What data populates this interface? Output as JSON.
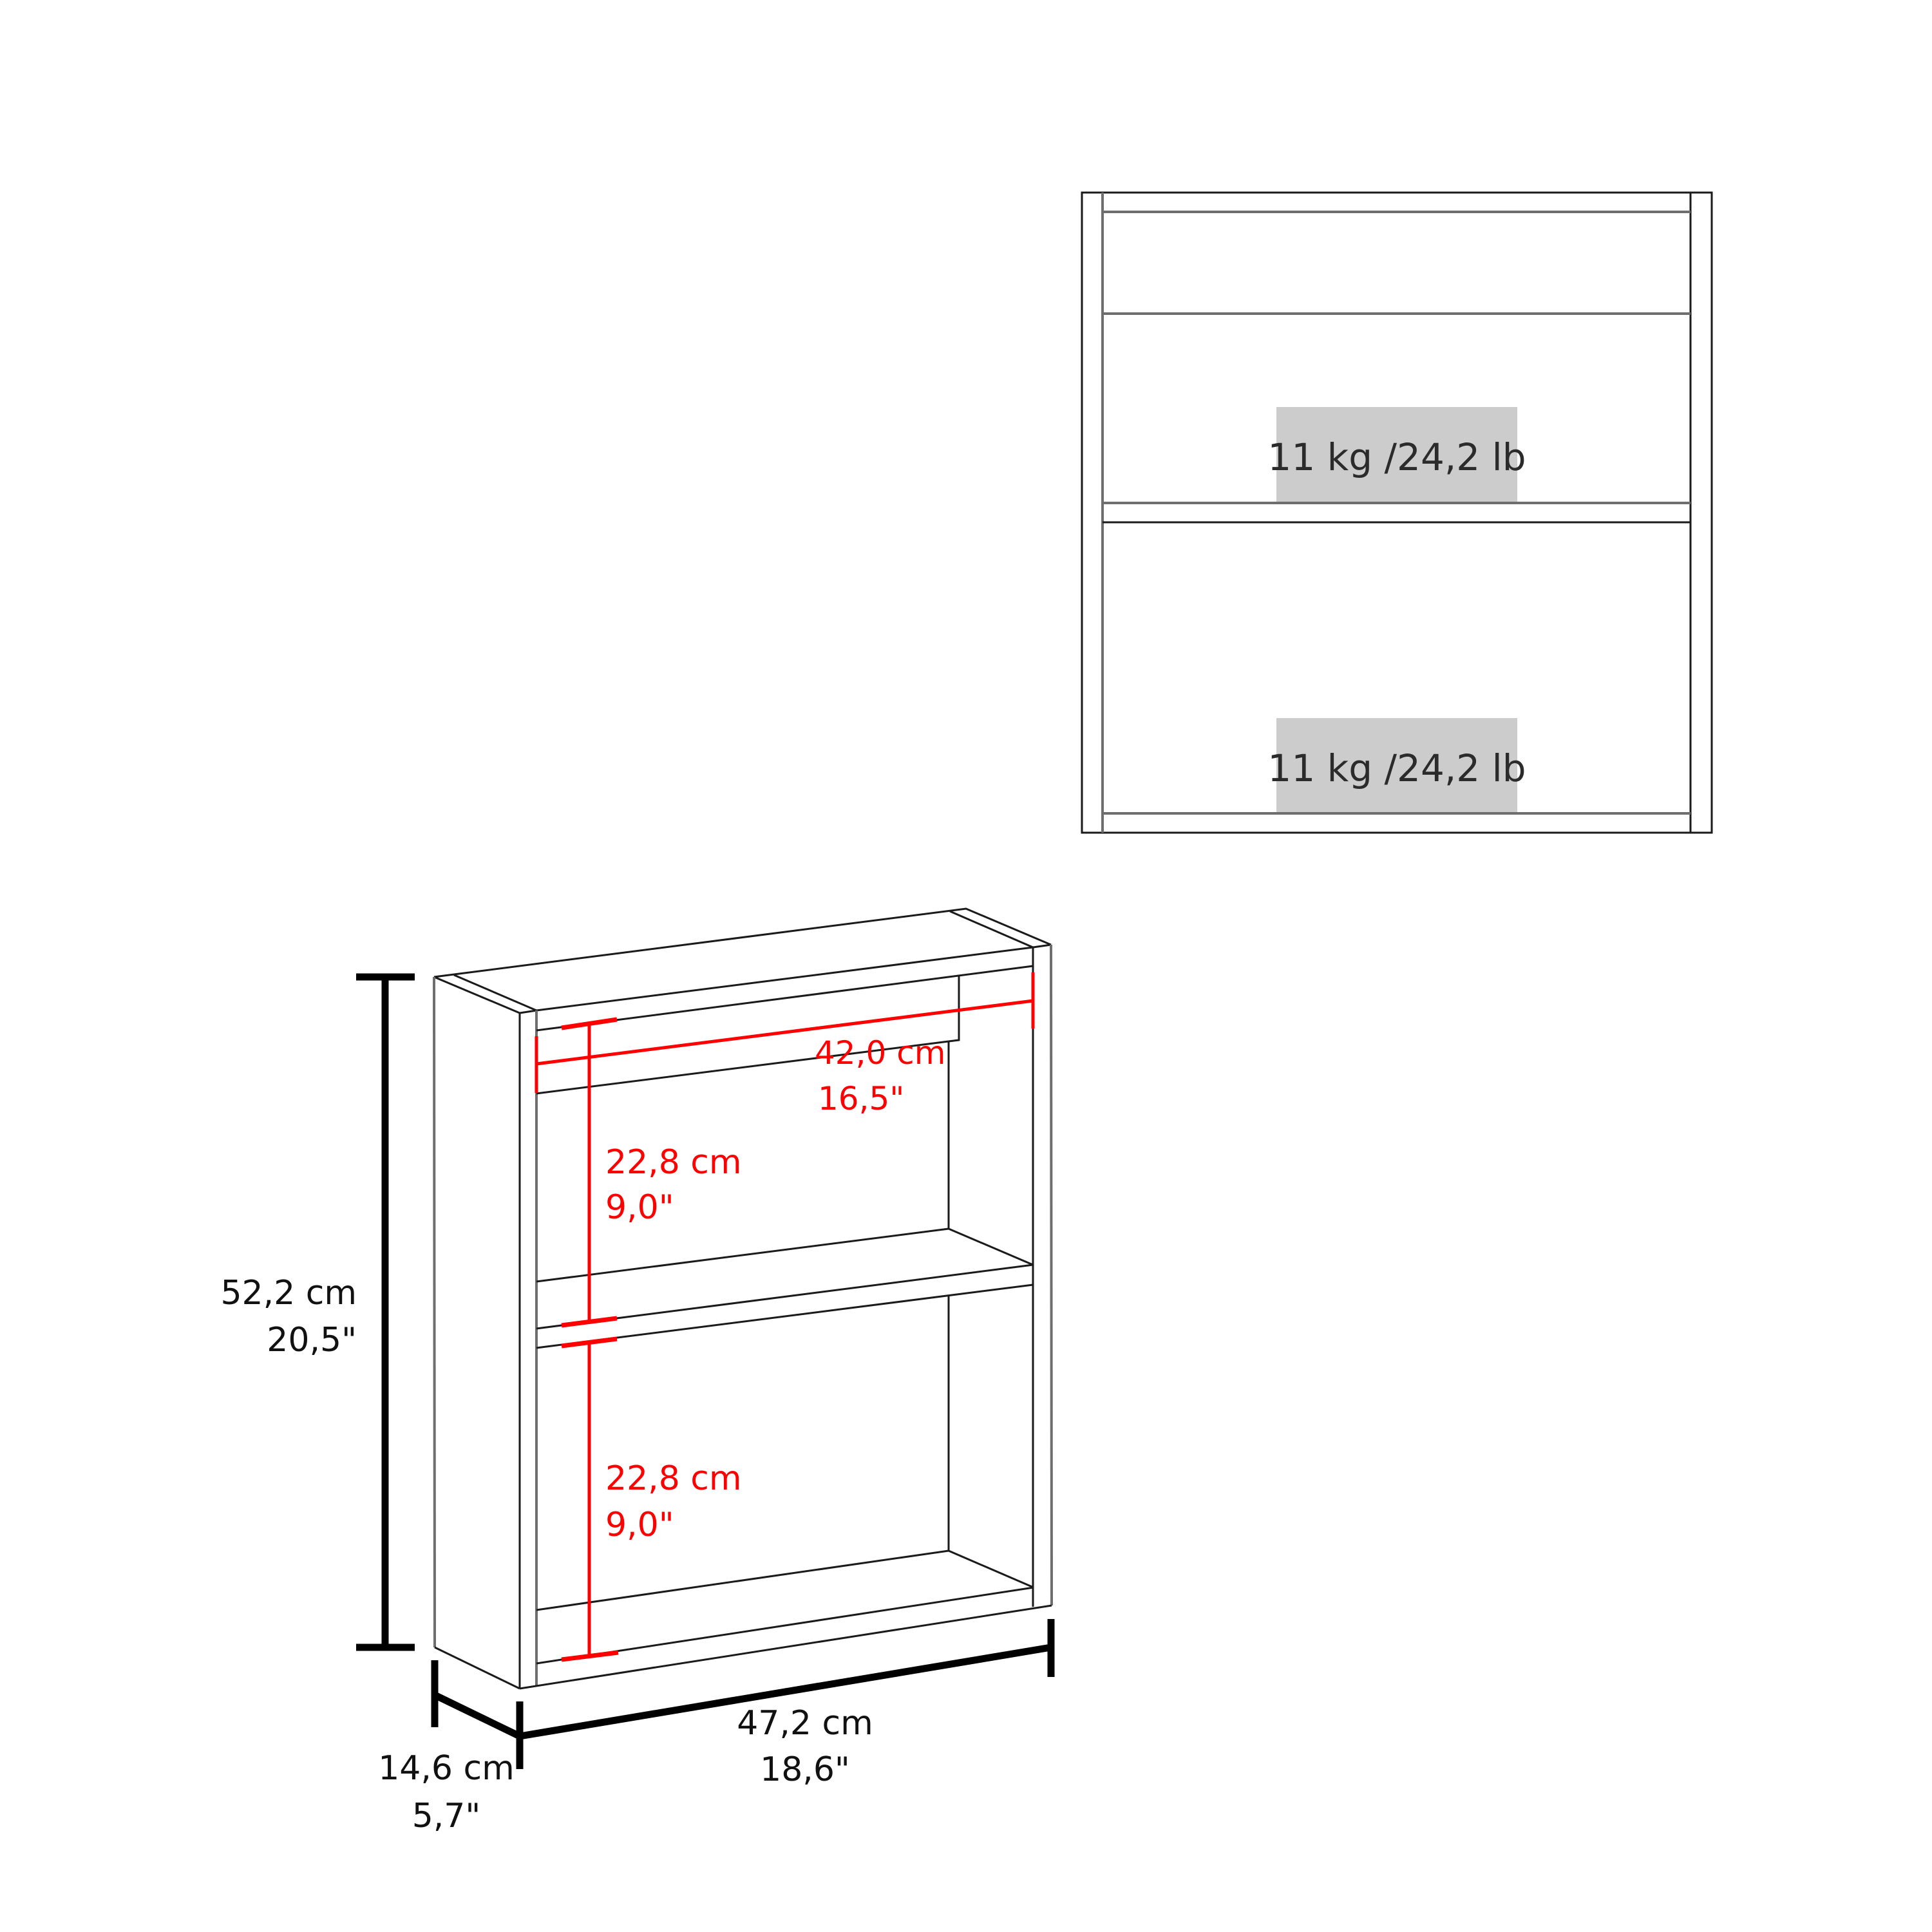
{
  "front_view": {
    "load_labels": [
      {
        "text": "11 kg /24,2 lb"
      },
      {
        "text": "11 kg /24,2 lb"
      }
    ],
    "load_badge_color": "#cccccc"
  },
  "isometric_view": {
    "dimensions": {
      "height": {
        "cm": "52,2 cm",
        "in": "20,5\""
      },
      "depth": {
        "cm": "14,6 cm",
        "in": "5,7\""
      },
      "width": {
        "cm": "47,2 cm",
        "in": "18,6\""
      },
      "inner_width": {
        "cm": "42,0 cm",
        "in": "16,5\""
      },
      "upper_compartment_height": {
        "cm": "22,8 cm",
        "in": "9,0\""
      },
      "lower_compartment_height": {
        "cm": "22,8 cm",
        "in": "9,0\""
      }
    },
    "dimension_color": "#000000",
    "interior_dimension_color": "#ff0000"
  }
}
